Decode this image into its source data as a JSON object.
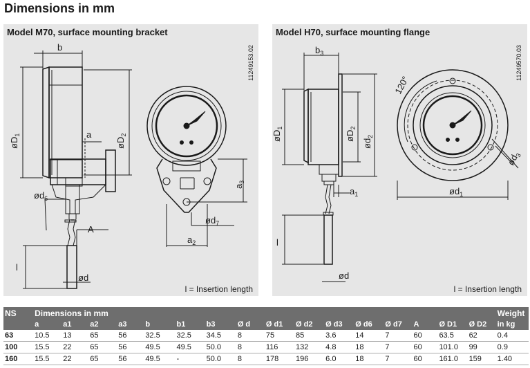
{
  "heading": "Dimensions in mm",
  "left_panel": {
    "title": "Model M70, surface mounting bracket",
    "doc_number": "11249153.02",
    "note": "l = Insertion length",
    "labels": {
      "b": "b",
      "od1": "øD",
      "od1_sub": "1",
      "od2": "øD",
      "od2_sub": "2",
      "a": "a",
      "od6": "ød",
      "od6_sub": "6",
      "A": "A",
      "l": "l",
      "od": "ød",
      "a3": "a",
      "a3_sub": "3",
      "od7": "ød",
      "od7_sub": "7",
      "a2": "a",
      "a2_sub": "2"
    }
  },
  "right_panel": {
    "title": "Model H70, surface mounting flange",
    "doc_number": "11249570.03",
    "note": "l = Insertion length",
    "labels": {
      "b3": "b",
      "b3_sub": "3",
      "od1": "øD",
      "od1_sub": "1",
      "od2": "øD",
      "od2_sub": "2",
      "a1": "a",
      "a1_sub": "1",
      "l": "l",
      "od": "ød",
      "angle": "120°",
      "d2": "ød",
      "d2_sub": "2",
      "d3": "ød",
      "d3_sub": "3",
      "d1": "ød",
      "d1_sub": "1"
    }
  },
  "table": {
    "header_row1": [
      "NS",
      "Dimensions in mm",
      "Weight"
    ],
    "header_row2": [
      "",
      "a",
      "a1",
      "a2",
      "a3",
      "b",
      "b1",
      "b3",
      "Ø d",
      "Ø d1",
      "Ø d2",
      "Ø d3",
      "Ø d6",
      "Ø d7",
      "A",
      "Ø D1",
      "Ø D2",
      "in kg"
    ],
    "rows": [
      [
        "63",
        "10.5",
        "13",
        "65",
        "56",
        "32.5",
        "32.5",
        "34.5",
        "8",
        "75",
        "85",
        "3.6",
        "14",
        "7",
        "60",
        "63.5",
        "62",
        "0.4"
      ],
      [
        "100",
        "15.5",
        "22",
        "65",
        "56",
        "49.5",
        "49.5",
        "50.0",
        "8",
        "116",
        "132",
        "4.8",
        "18",
        "7",
        "60",
        "101.0",
        "99",
        "0.9"
      ],
      [
        "160",
        "15.5",
        "22",
        "65",
        "56",
        "49.5",
        "-",
        "50.0",
        "8",
        "178",
        "196",
        "6.0",
        "18",
        "7",
        "60",
        "161.0",
        "159",
        "1.40"
      ]
    ]
  }
}
